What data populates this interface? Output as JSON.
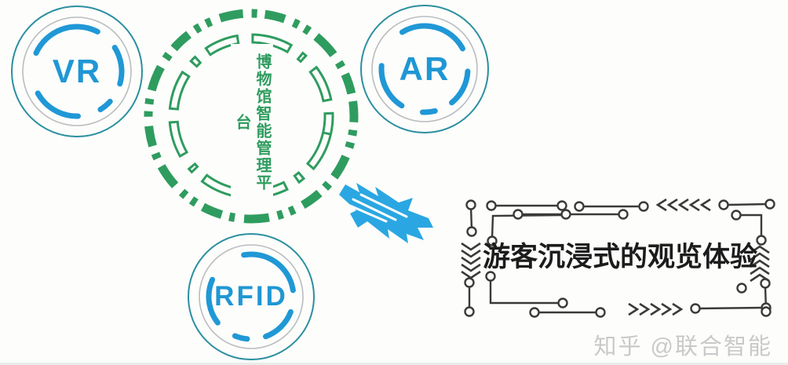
{
  "nodes": {
    "vr": {
      "label": "VR"
    },
    "ar": {
      "label": "AR"
    },
    "rfid": {
      "label": "RFID"
    }
  },
  "hub": {
    "label": "博物馆智能管理平台"
  },
  "result": {
    "label": "游客沉浸式的观览体验"
  },
  "watermark": {
    "label": "知乎 @联合智能"
  },
  "icons": {
    "arrow": "brush-arrow-right",
    "frame": "circuit-frame"
  },
  "colors": {
    "node_blue": "#1f97d4",
    "node_outer_teal": "#2a8fa0",
    "node_inner_gray": "#b9bdc0",
    "hub_green": "#2f9c5f",
    "arrow_blue": "#2aa7e2",
    "frame_line": "#3a3a3a",
    "result_text": "#1c1c1c",
    "watermark_gray": "#c9c9c9",
    "background": "#fdfdfb"
  }
}
